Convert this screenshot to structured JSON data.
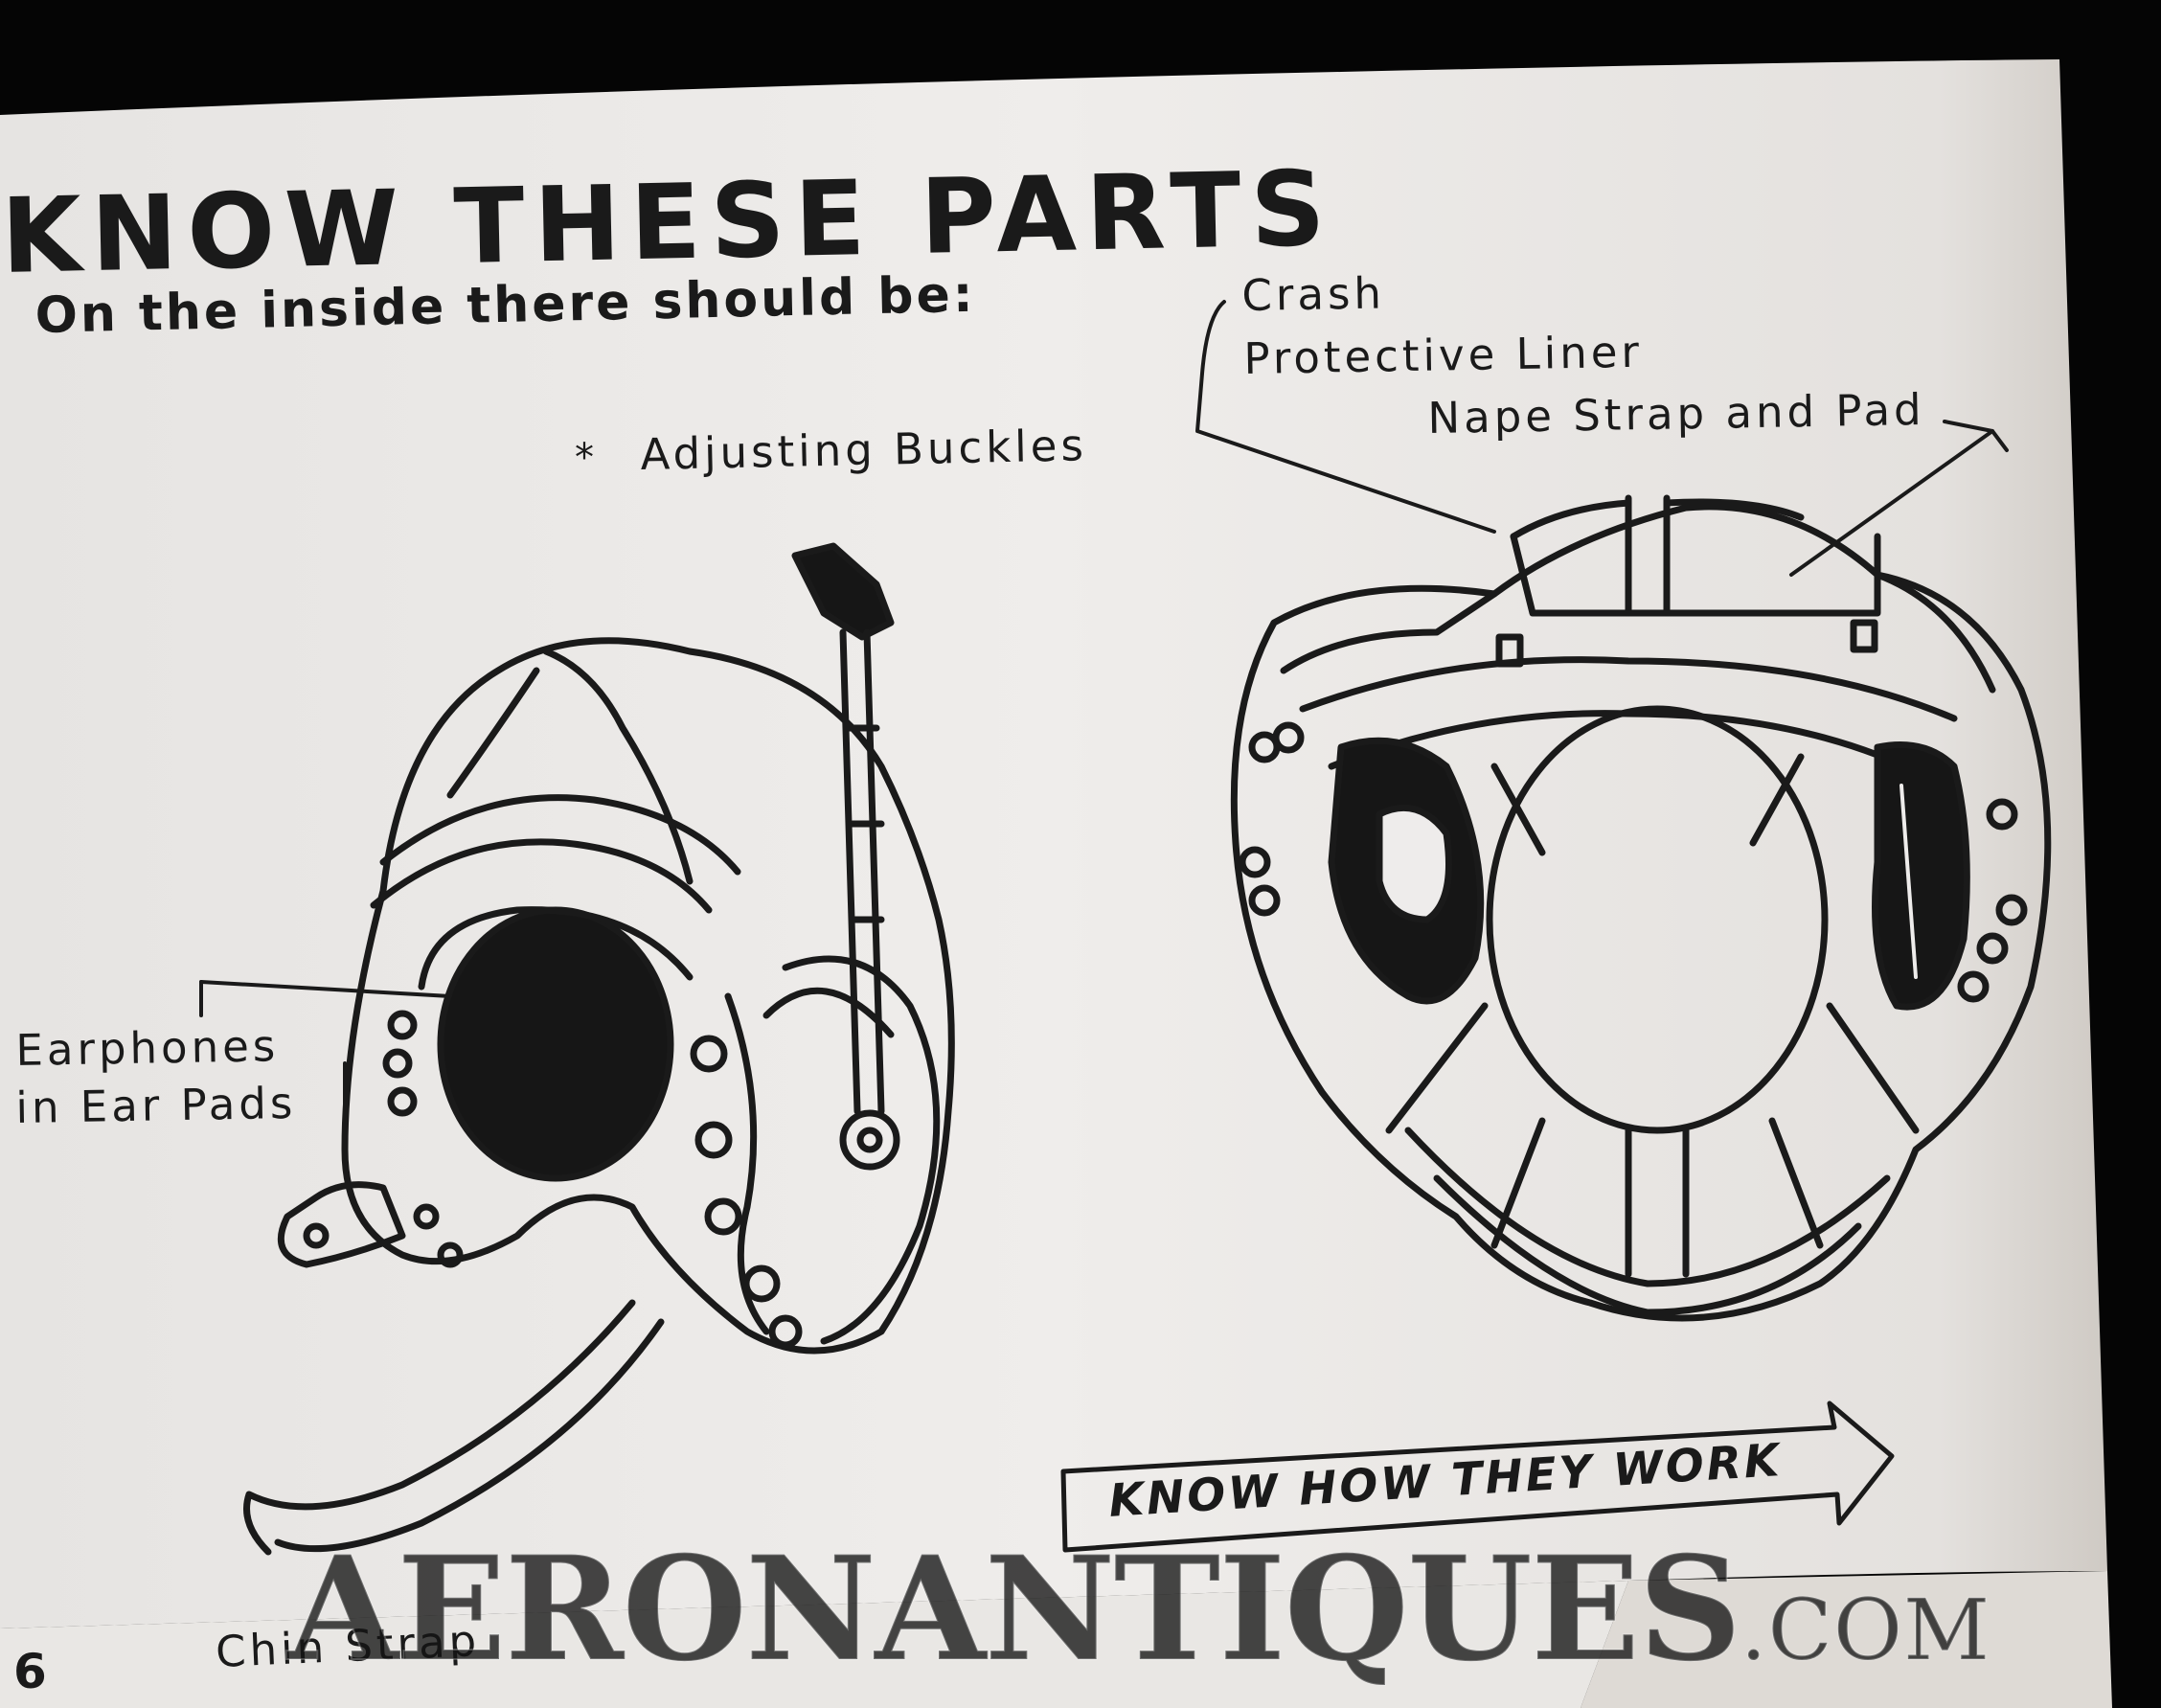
{
  "heading": {
    "title": "KNOW THESE PARTS",
    "subtitle": "On the inside there should be:"
  },
  "labels": {
    "bullet": "*",
    "adjusting_buckles": "Adjusting Buckles",
    "crash": "Crash",
    "protective_liner": "Protective Liner",
    "nape_strap": "Nape Strap and Pad",
    "earphones_line1": "Earphones",
    "earphones_line2": "in Ear Pads",
    "chin_strap": "Chin Strap"
  },
  "arrow_banner": {
    "text": "KNOW HOW THEY WORK"
  },
  "page_number": "6",
  "watermark": {
    "main": "AERONANTIQUES",
    "suffix": ".COM"
  },
  "colors": {
    "paper": "#eeeceb",
    "ink": "#1a1a1a",
    "background": "#050505"
  }
}
